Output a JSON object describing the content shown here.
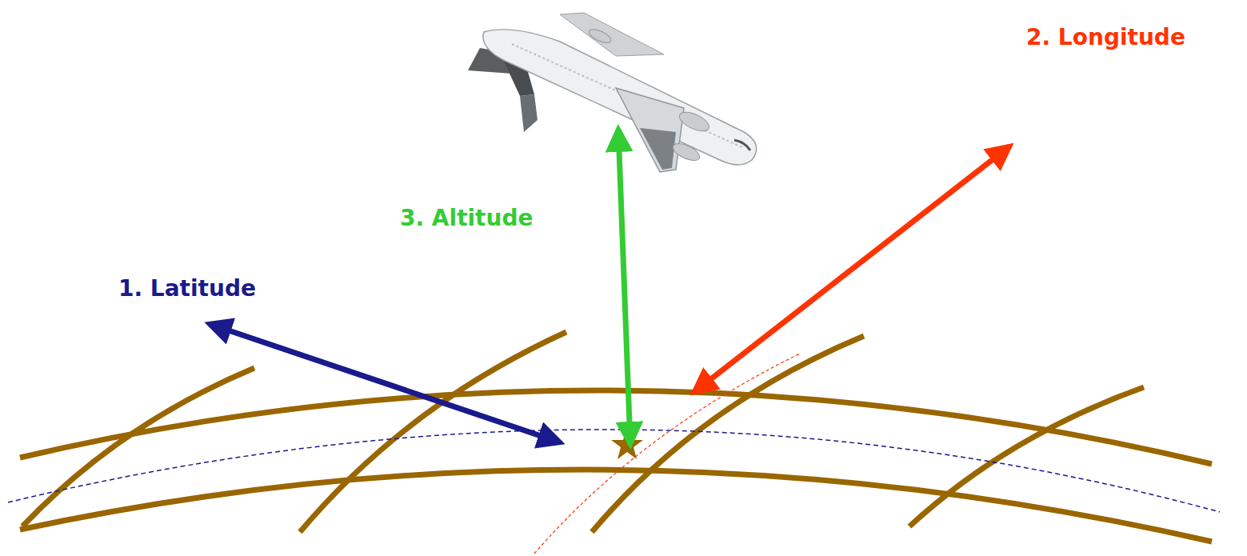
{
  "diagram": {
    "labels": [
      "1. Latitude",
      "2. Longitude",
      "3. Altitude"
    ]
  }
}
